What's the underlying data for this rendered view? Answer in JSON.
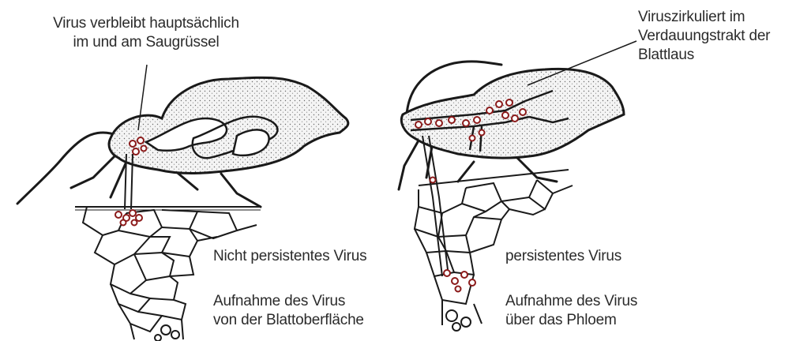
{
  "left_panel": {
    "callout_line1": "Virus verbleibt hauptsächlich",
    "callout_line2": "im und am Saugrüssel",
    "type_label": "Nicht persistentes Virus",
    "uptake_line1": "Aufnahme des Virus",
    "uptake_line2": "von der Blattoberfläche"
  },
  "right_panel": {
    "callout_line1": "Viruszirkuliert im",
    "callout_line2": "Verdauungstrakt der",
    "callout_line3": "Blattlaus",
    "type_label": "persistentes Virus",
    "uptake_line1": "Aufnahme des Virus",
    "uptake_line2": "über das Phloem"
  },
  "colors": {
    "ink": "#1a1a1a",
    "stipple": "#e9e9e9",
    "virus": "#8b1a1a"
  }
}
